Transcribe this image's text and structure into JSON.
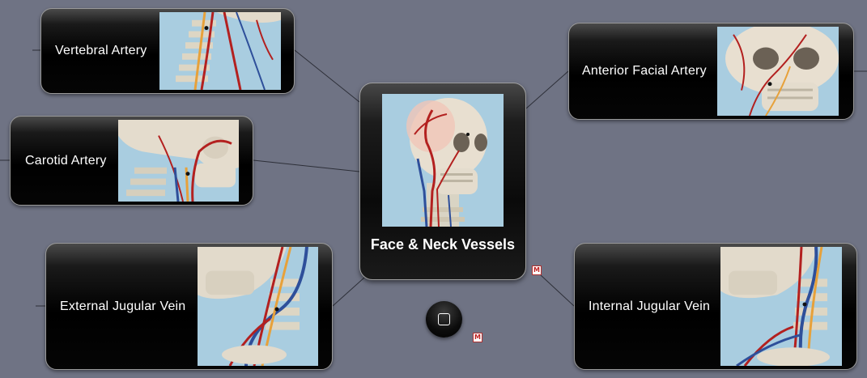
{
  "central": {
    "title": "Face & Neck Vessels"
  },
  "nodes": {
    "vertebral_artery": "Vertebral Artery",
    "carotid_artery": "Carotid Artery",
    "external_jugular_vein": "External Jugular Vein",
    "anterior_facial_artery": "Anterior Facial Artery",
    "internal_jugular_vein": "Internal Jugular Vein"
  },
  "badges": {
    "note_badge": "M"
  },
  "icons": {
    "round_button": "square-icon",
    "badge": "note-icon"
  },
  "colors": {
    "background": "#6f7384",
    "node_fill": "#000000",
    "artery": "#b3201f",
    "vein": "#2e4f9a",
    "nerve": "#e7a13a",
    "thumb_bg": "#a9cde0"
  }
}
